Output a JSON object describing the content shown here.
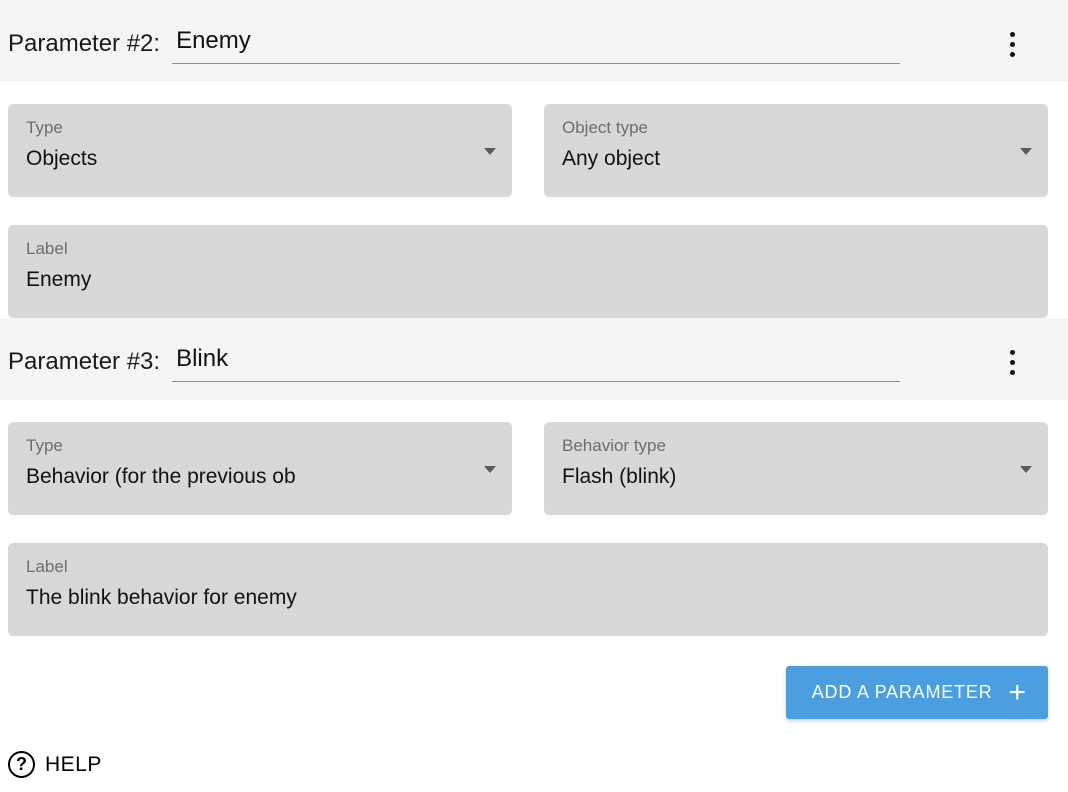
{
  "parameters": [
    {
      "title": "Parameter #2:",
      "name": "Enemy",
      "type_field": {
        "label": "Type",
        "value": "Objects"
      },
      "subtype_field": {
        "label": "Object type",
        "value": "Any object"
      },
      "label_field": {
        "label": "Label",
        "value": "Enemy"
      }
    },
    {
      "title": "Parameter #3:",
      "name": "Blink",
      "type_field": {
        "label": "Type",
        "value": "Behavior (for the previous ob"
      },
      "subtype_field": {
        "label": "Behavior type",
        "value": "Flash (blink)"
      },
      "label_field": {
        "label": "Label",
        "value": "The blink behavior for enemy"
      }
    }
  ],
  "add_parameter_button": {
    "label": "ADD A PARAMETER",
    "plus_glyph": "+"
  },
  "help_link": {
    "label": "HELP",
    "glyph": "?"
  },
  "colors": {
    "accent_blue": "#4b9fe1",
    "field_background": "#d8d8d8",
    "header_background": "#f5f5f5"
  }
}
